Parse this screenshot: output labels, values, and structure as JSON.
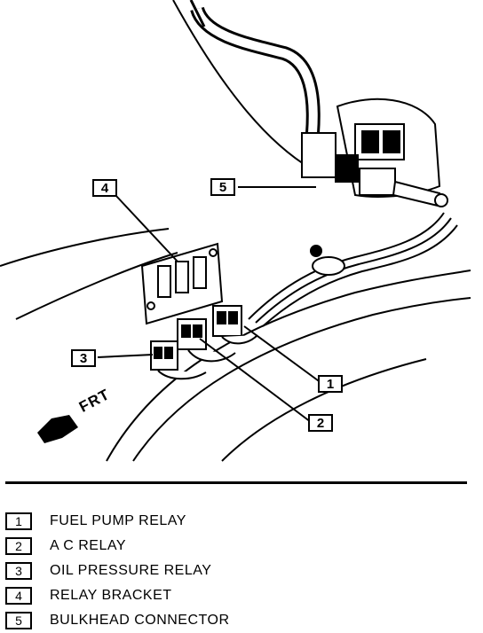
{
  "callouts": {
    "c1": "1",
    "c2": "2",
    "c3": "3",
    "c4": "4",
    "c5": "5"
  },
  "direction_label": "FRT",
  "legend": [
    {
      "num": "1",
      "label": "FUEL PUMP RELAY"
    },
    {
      "num": "2",
      "label": "A C RELAY"
    },
    {
      "num": "3",
      "label": "OIL PRESSURE RELAY"
    },
    {
      "num": "4",
      "label": "RELAY BRACKET"
    },
    {
      "num": "5",
      "label": "BULKHEAD CONNECTOR"
    }
  ]
}
